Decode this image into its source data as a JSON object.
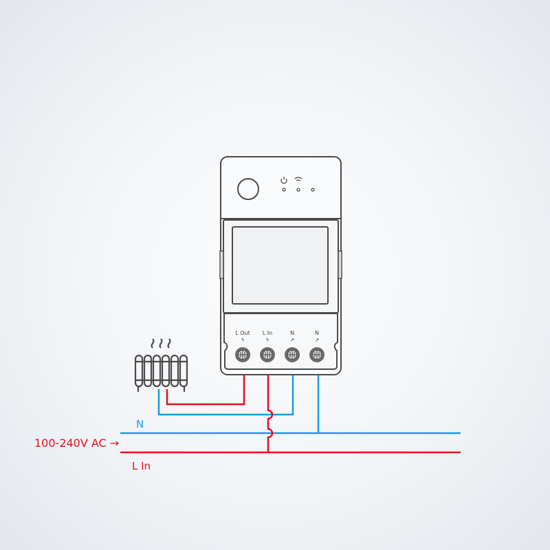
{
  "device": {
    "terminals": [
      {
        "label": "L Out",
        "symbol": "ϟ"
      },
      {
        "label": "L In",
        "symbol": "ϟ"
      },
      {
        "label": "N",
        "symbol": "↗"
      },
      {
        "label": "N",
        "symbol": "↗"
      }
    ],
    "indicators": [
      "power-icon",
      "wifi-icon"
    ]
  },
  "wiring": {
    "neutral_label": "N",
    "supply_label": "100-240V AC →",
    "line_label": "L In",
    "colors": {
      "live": "#e3101e",
      "neutral": "#1a9be0",
      "outline": "#4a4a4a"
    }
  }
}
